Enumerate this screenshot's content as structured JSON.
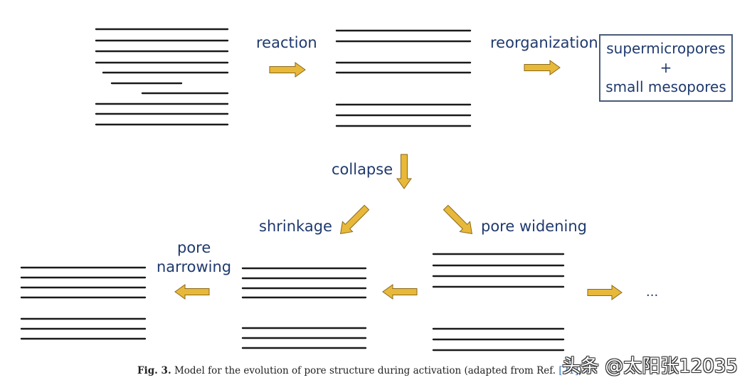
{
  "labels": {
    "reaction": "reaction",
    "reorganization": "reorganization",
    "collapse": "collapse",
    "shrinkage": "shrinkage",
    "pore_widening": "pore widening",
    "pore_narrowing_line1": "pore",
    "pore_narrowing_line2": "narrowing",
    "ellipsis": "..."
  },
  "result_box": {
    "line1": "supermicropores",
    "line2": "+",
    "line3": "small mesopores"
  },
  "caption": {
    "prefix": "Fig. 3.",
    "text": "Model for the evolution of pore structure during activation (adapted from Ref. ",
    "ref": "[21]",
    "suffix": ")."
  },
  "watermark": "头条 @太阳张12035",
  "colors": {
    "arrow_fill": "#e8b83a",
    "arrow_stroke": "#8a6a1a",
    "label_text": "#1f3a6e",
    "line": "#1a1a1a"
  }
}
